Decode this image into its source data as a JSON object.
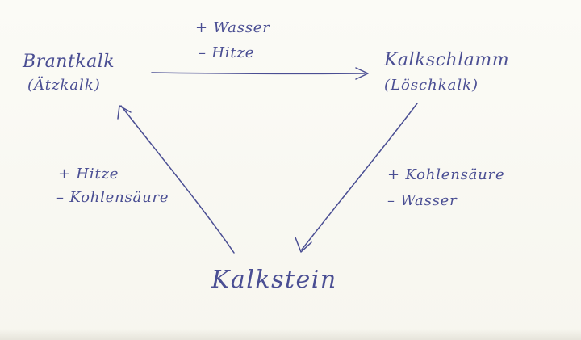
{
  "nodes": {
    "top_left": {
      "name": "Brantkalk",
      "alt": "(Ätzkalk)"
    },
    "top_right": {
      "name": "Kalkschlamm",
      "alt": "(Löschkalk)"
    },
    "bottom": {
      "name": "Kalkstein"
    }
  },
  "edges": {
    "top": {
      "add": "+ Wasser",
      "remove": "– Hitze"
    },
    "right": {
      "add": "+ Kohlensäure",
      "remove": "– Wasser"
    },
    "left": {
      "add": "+ Hitze",
      "remove": "– Kohlensäure"
    }
  },
  "colors": {
    "ink": "#4a4e93",
    "paper": "#fbfbf6"
  }
}
